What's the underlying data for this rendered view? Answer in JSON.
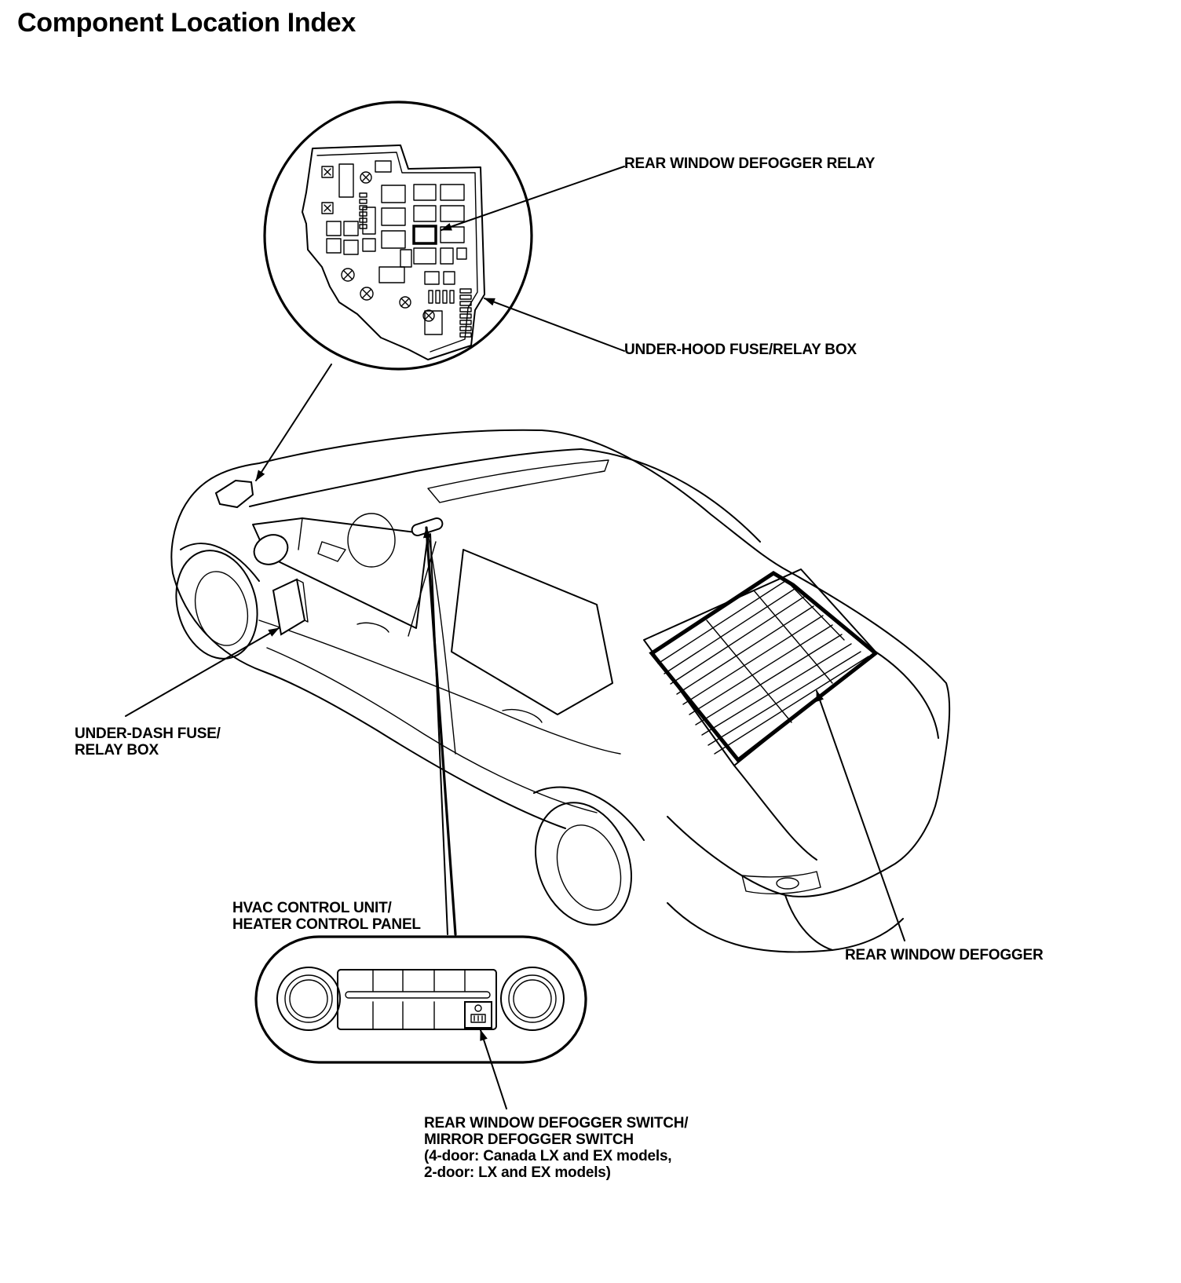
{
  "title": "Component Location Index",
  "labels": {
    "relay": "REAR WINDOW DEFOGGER RELAY",
    "underhood": "UNDER-HOOD FUSE/RELAY BOX",
    "underdash": [
      "UNDER-DASH FUSE/",
      "RELAY BOX"
    ],
    "hvac": [
      "HVAC CONTROL UNIT/",
      "HEATER CONTROL PANEL"
    ],
    "defogger": "REAR WINDOW DEFOGGER",
    "switch": [
      "REAR WINDOW DEFOGGER SWITCH/",
      "MIRROR DEFOGGER SWITCH",
      "(4-door: Canada LX and EX models,",
      "2-door: LX and EX models)"
    ]
  }
}
